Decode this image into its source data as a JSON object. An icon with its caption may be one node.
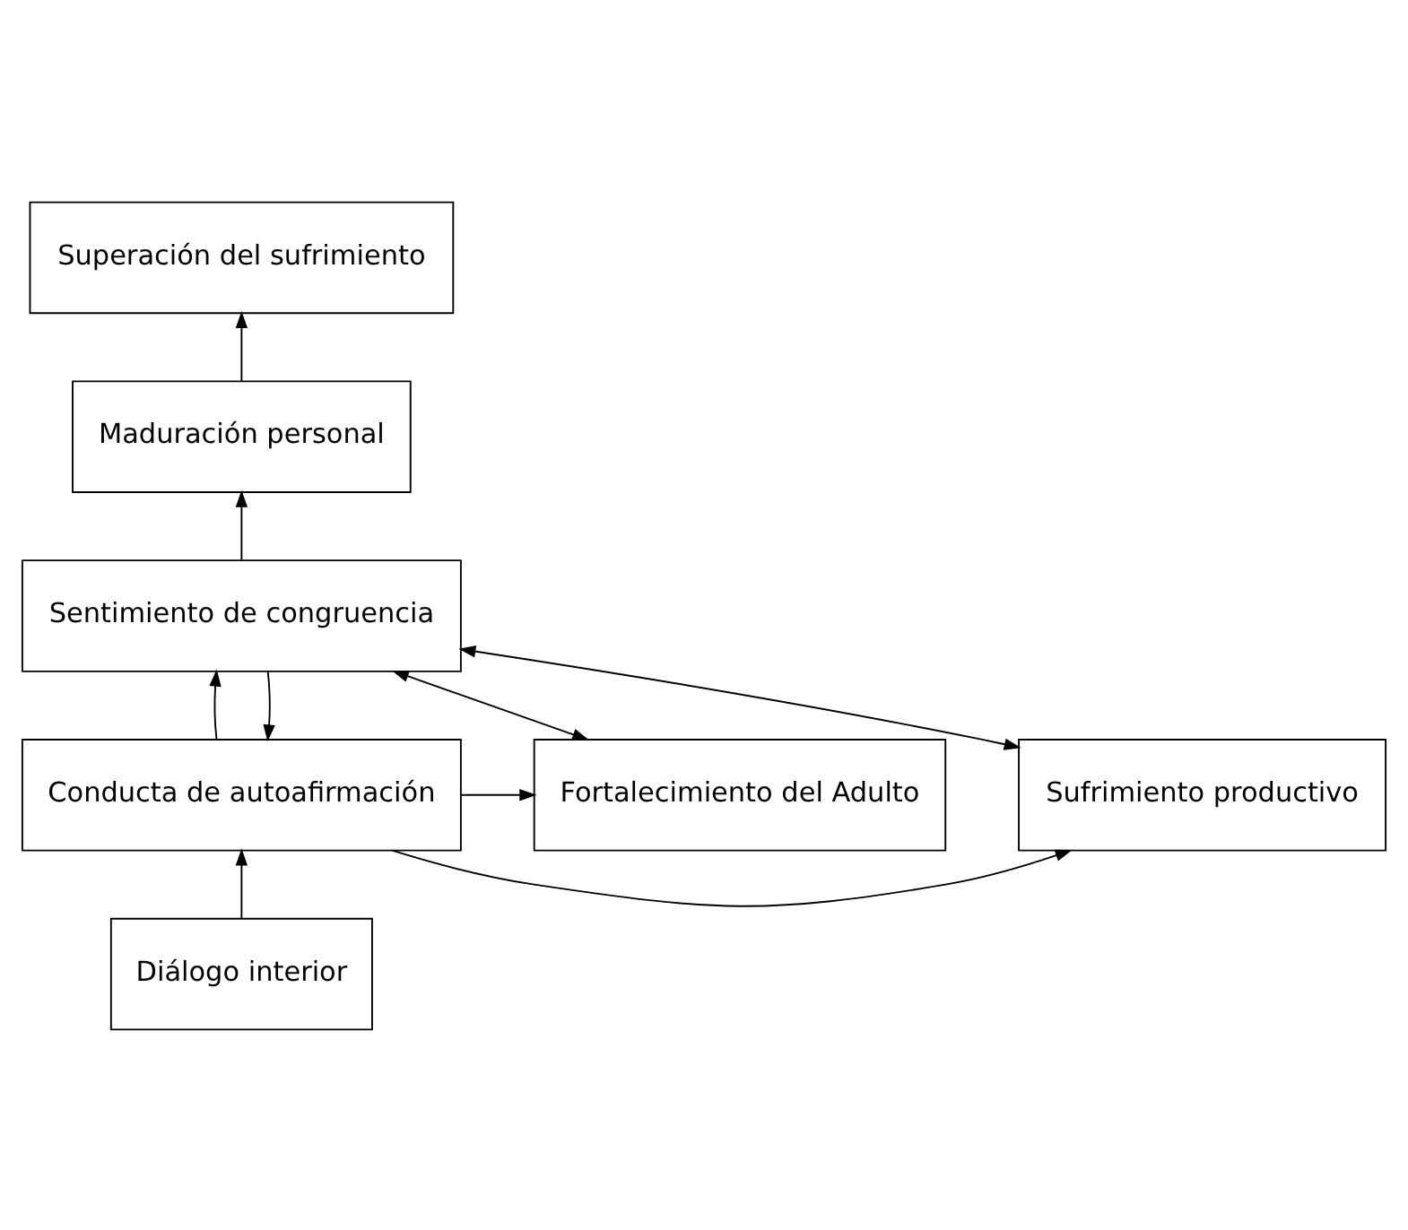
{
  "diagram": {
    "nodes": [
      {
        "text": [
          "Superación del sufrimiento"
        ]
      },
      {
        "text": [
          "Maduración personal"
        ]
      },
      {
        "text": [
          "Sentimiento de congruencia"
        ]
      },
      {
        "text": [
          "Sufrimiento productivo"
        ]
      },
      {
        "text": [
          "Conducta de autoafirmación"
        ]
      },
      {
        "text": [
          "Fortalecimiento del Adulto"
        ]
      },
      {
        "text": [
          "Diálogo interior"
        ]
      }
    ],
    "edges": [
      {
        "from": 1,
        "to": 0,
        "arrow": "to"
      },
      {
        "from": 2,
        "to": 1,
        "arrow": "to"
      },
      {
        "from": 2,
        "to": 3,
        "arrow": "both"
      },
      {
        "from": 2,
        "to": 5,
        "arrow": "both"
      },
      {
        "from": 2,
        "to": 4,
        "arrow": "to"
      },
      {
        "from": 4,
        "to": 2,
        "arrow": "to"
      },
      {
        "from": 4,
        "to": 3,
        "arrow": "to"
      },
      {
        "from": 4,
        "to": 5,
        "arrow": "to"
      },
      {
        "from": 6,
        "to": 4,
        "arrow": "to"
      }
    ]
  }
}
